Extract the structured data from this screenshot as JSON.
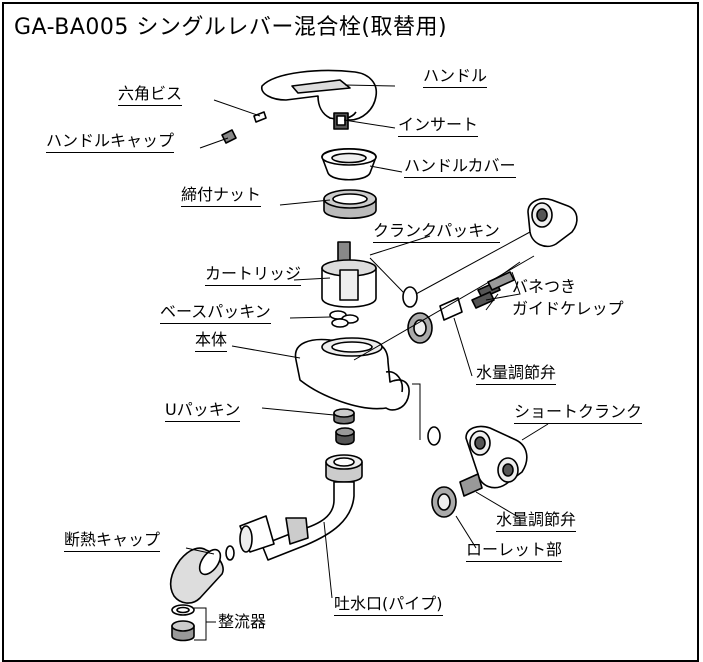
{
  "title": "GA-BA005 シングルレバー混合栓(取替用)",
  "labels": {
    "handle": "ハンドル",
    "hex_screw": "六角ビス",
    "insert": "インサート",
    "handle_cap": "ハンドルキャップ",
    "handle_cover": "ハンドルカバー",
    "tightening_nut": "締付ナット",
    "crank_packing": "クランクパッキン",
    "cartridge": "カートリッジ",
    "spring_guide": "バネつき\nガイドケレップ",
    "base_packing": "ベースパッキン",
    "body": "本体",
    "flow_valve_1": "水量調節弁",
    "u_packing": "Uパッキン",
    "short_crank": "ショートクランク",
    "flow_valve_2": "水量調節弁",
    "insulation_cap": "断熱キャップ",
    "knurled_part": "ローレット部",
    "spout": "吐水口(パイプ)",
    "aerator": "整流器"
  }
}
